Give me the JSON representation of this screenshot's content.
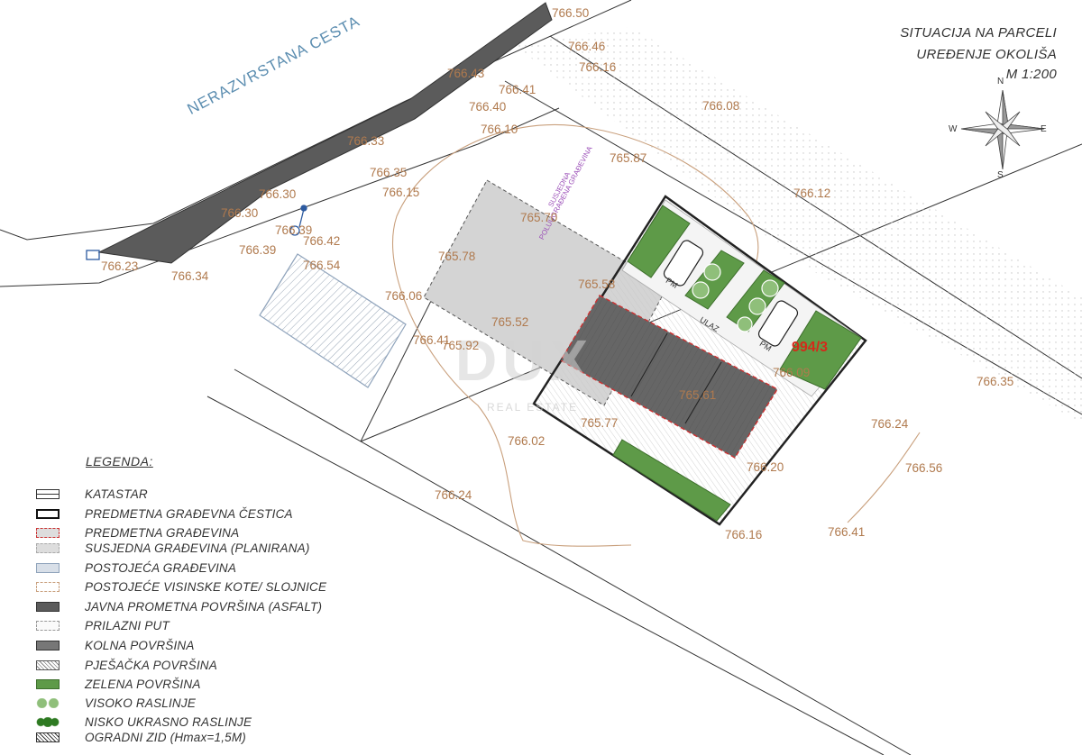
{
  "header": {
    "line1": "SITUACIJA NA PARCELI",
    "line2": "UREĐENJE OKOLIŠA",
    "line3": "M 1:200"
  },
  "compass": {
    "n": "N",
    "s": "S",
    "e": "E",
    "w": "W"
  },
  "road_label": "NERAZVRSTANA CESTA",
  "parcel_number": "994/3",
  "watermark": {
    "brand": "DUX",
    "sub": "REAL ESTATE"
  },
  "neighbor_label": {
    "line1": "SUSJEDNA",
    "line2": "POLUUGRAĐENA GRAĐEVINA"
  },
  "parking_labels": {
    "pm1": "PM",
    "pm2": "PM",
    "entrance": "ULAZ"
  },
  "elevations": {
    "e1": "766.50",
    "e2": "766.46",
    "e3": "766.16",
    "e4": "766.43",
    "e5": "766.41",
    "e6": "766.40",
    "e7": "766.10",
    "e8": "766.08",
    "e9": "766.33",
    "e10": "765.87",
    "e11": "766.35",
    "e12": "766.15",
    "e13": "766.12",
    "e14": "766.30",
    "e15": "766.30",
    "e16": "766.39",
    "e17": "766.42",
    "e18": "765.70",
    "e19": "766.39",
    "e20": "766.54",
    "e21": "766.23",
    "e22": "766.34",
    "e23": "765.78",
    "e24": "765.58",
    "e25": "766.06",
    "e26": "765.52",
    "e27": "766.41",
    "e28": "765.92",
    "e29": "766.09",
    "e30": "766.35",
    "e31": "765.61",
    "e32": "765.77",
    "e33": "766.24",
    "e34": "766.02",
    "e35": "766.56",
    "e36": "766.20",
    "e37": "766.24",
    "e38": "766.16",
    "e39": "766.41"
  },
  "legend": {
    "title": "LEGENDA:",
    "items": [
      {
        "label": "KATASTAR",
        "symbol": "katastar"
      },
      {
        "label": "PREDMETNA GRAĐEVNA ČESTICA",
        "symbol": "cestica"
      },
      {
        "label": "PREDMETNA GRAĐEVINA",
        "symbol": "gradevina"
      },
      {
        "label": "SUSJEDNA GRAĐEVINA (PLANIRANA)",
        "symbol": "susjedna"
      },
      {
        "label": "POSTOJEĆA GRAĐEVINA",
        "symbol": "postojeca"
      },
      {
        "label": "POSTOJEĆE VISINSKE KOTE/ SLOJNICE",
        "symbol": "kote"
      },
      {
        "label": "JAVNA PROMETNA POVRŠINA (ASFALT)",
        "symbol": "asfalt"
      },
      {
        "label": "PRILAZNI PUT",
        "symbol": "prilazni"
      },
      {
        "label": "KOLNA POVRŠINA",
        "symbol": "kolna"
      },
      {
        "label": "PJEŠAČKA POVRŠINA",
        "symbol": "pjesacka"
      },
      {
        "label": "ZELENA POVRŠINA",
        "symbol": "zelena"
      },
      {
        "label": "VISOKO RASLINJE",
        "symbol": "visoko"
      },
      {
        "label": "NISKO UKRASNO RASLINJE",
        "symbol": "nisko"
      },
      {
        "label": "OGRADNI ZID (Hmax=1,5M)",
        "symbol": "zid"
      }
    ]
  },
  "colors": {
    "asphalt": "#5b5b5b",
    "building": "#666666",
    "neighbor": "#d4d4d4",
    "green": "#5e9a48",
    "elevation_text": "#b07a4e",
    "parcel_number": "#d42a1a",
    "road_label": "#5b8db0"
  }
}
